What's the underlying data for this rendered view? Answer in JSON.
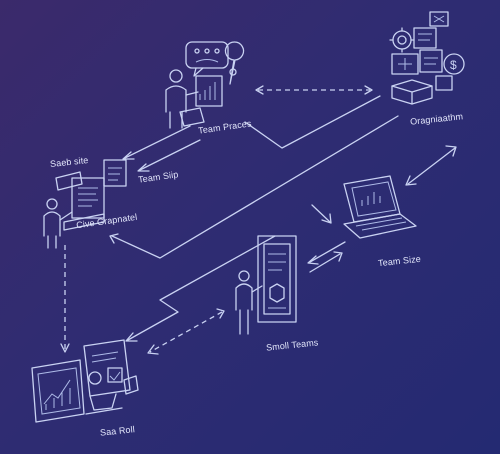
{
  "labels": {
    "team_process": "Team Praces",
    "team_skip": "Team Siip",
    "sales_site": "Saeb site",
    "civic_graphics": "Cive Grapnatel",
    "organization": "Oragniaathm",
    "team_size": "Team Size",
    "small_teams": "Smoll Teams",
    "sales_roll": "Saa Roll"
  },
  "colors": {
    "background_start": "#3b2a6b",
    "background_end": "#242a72",
    "line": "#c9d2f2"
  }
}
